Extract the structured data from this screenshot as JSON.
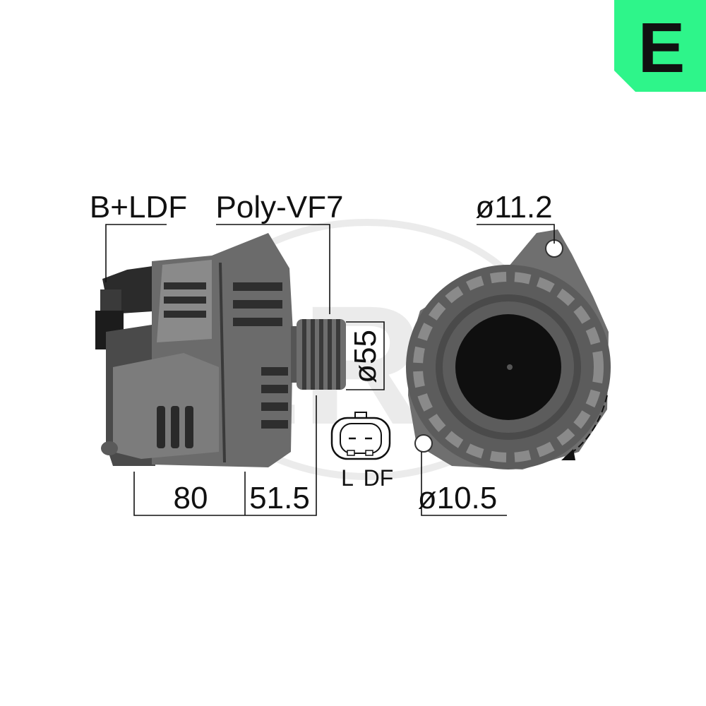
{
  "brand": {
    "logo_letter": "E",
    "accent_color": "#2ef58a",
    "watermark_text": "ERA"
  },
  "labels": {
    "connector_type": "B+LDF",
    "pulley_type": "Poly-VF7",
    "top_hole_diameter": "ø11.2",
    "pulley_diameter": "ø55",
    "length_body": "80",
    "length_front": "51.5",
    "bottom_hole_diameter": "ø10.5",
    "plug_pin_l": "L",
    "plug_pin_df": "DF"
  },
  "icons": {
    "rotation_arrow": "counterclockwise-arrow-icon"
  }
}
